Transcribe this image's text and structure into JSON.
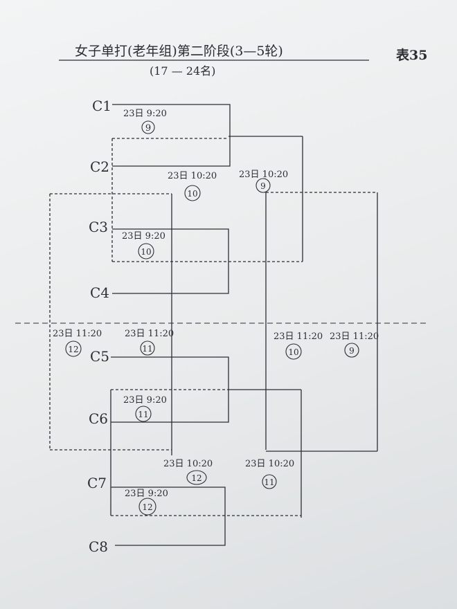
{
  "title": "女子单打(老年组)第二阶段(3—5轮)",
  "table_no": "表35",
  "subtitle": "(17 — 24名)",
  "players": [
    "C1",
    "C2",
    "C3",
    "C4",
    "C5",
    "C6",
    "C7",
    "C8"
  ],
  "matches": [
    {
      "id": "m-c1c2",
      "time": "23日 9:20",
      "court": "9"
    },
    {
      "id": "m-c3c4",
      "time": "23日 9:20",
      "court": "10"
    },
    {
      "id": "m-c5c6",
      "time": "23日 9:20",
      "court": "11"
    },
    {
      "id": "m-c7c8",
      "time": "23日 9:20",
      "court": "12"
    },
    {
      "id": "m-r4-top-inner",
      "time": "23日 10:20",
      "court": "10"
    },
    {
      "id": "m-r4-top-outer",
      "time": "23日 10:20",
      "court": "9"
    },
    {
      "id": "m-r4-bot-inner",
      "time": "23日 10:20",
      "court": "12"
    },
    {
      "id": "m-r4-bot-outer",
      "time": "23日 10:20",
      "court": "11"
    },
    {
      "id": "m-r5-1",
      "time": "23日 11:20",
      "court": "12"
    },
    {
      "id": "m-r5-2",
      "time": "23日 11:20",
      "court": "11"
    },
    {
      "id": "m-r5-3",
      "time": "23日 11:20",
      "court": "10"
    },
    {
      "id": "m-r5-4",
      "time": "23日 11:20",
      "court": "9"
    }
  ],
  "colors": {
    "ink": "#2b2d33",
    "paper": "#eef0f1"
  }
}
